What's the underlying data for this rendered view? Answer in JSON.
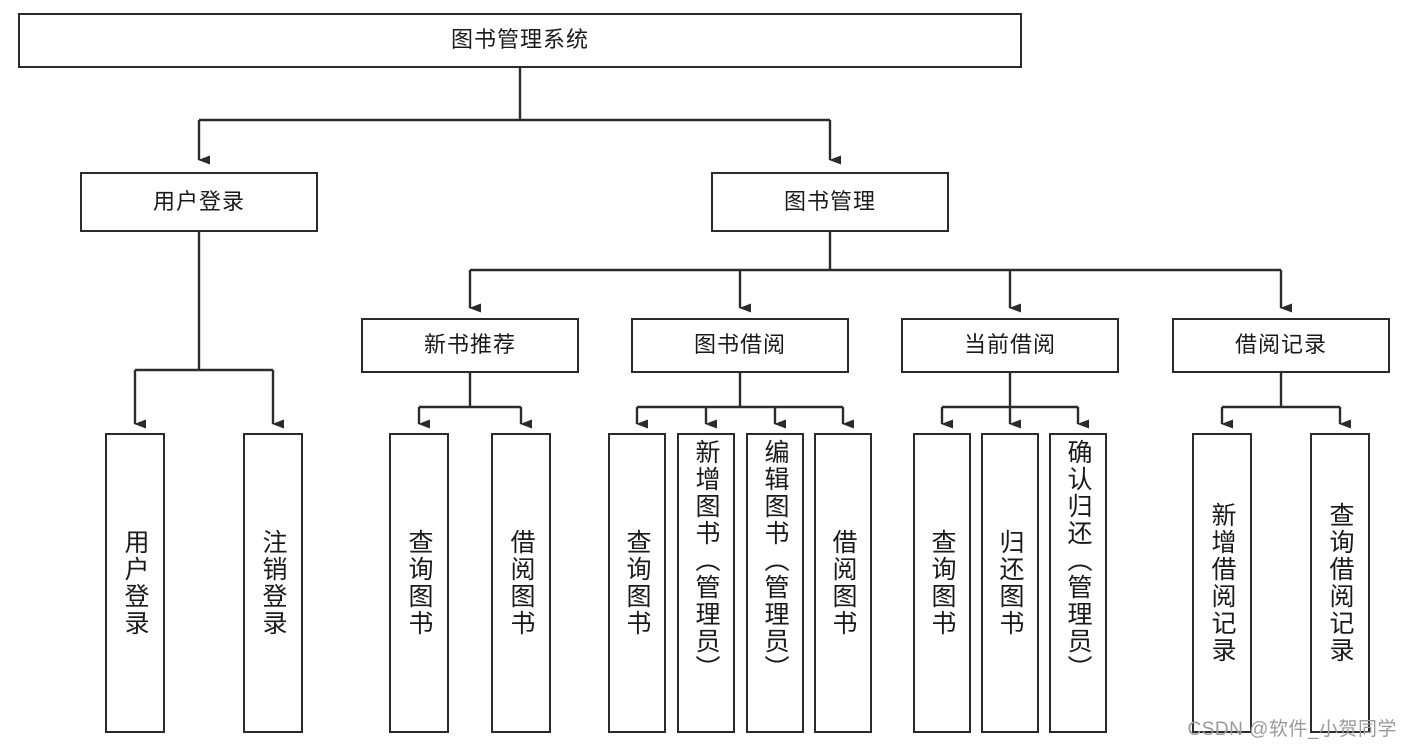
{
  "diagram": {
    "type": "tree-hierarchy",
    "title": "图书管理系统",
    "root": {
      "label": "图书管理系统"
    },
    "level2": [
      {
        "id": "user-login",
        "label": "用户登录"
      },
      {
        "id": "book-manage",
        "label": "图书管理"
      }
    ],
    "level3": [
      {
        "id": "new-book-rec",
        "label": "新书推荐",
        "parent": "book-manage"
      },
      {
        "id": "book-borrow",
        "label": "图书借阅",
        "parent": "book-manage"
      },
      {
        "id": "current-borrow",
        "label": "当前借阅",
        "parent": "book-manage"
      },
      {
        "id": "borrow-record",
        "label": "借阅记录",
        "parent": "book-manage"
      }
    ],
    "leaves": [
      {
        "id": "leaf-user-login",
        "label": "用户登录",
        "parent": "user-login"
      },
      {
        "id": "leaf-user-logout",
        "label": "注销登录",
        "parent": "user-login"
      },
      {
        "id": "leaf-query-book-1",
        "label": "查询图书",
        "parent": "new-book-rec"
      },
      {
        "id": "leaf-borrow-book-1",
        "label": "借阅图书",
        "parent": "new-book-rec"
      },
      {
        "id": "leaf-query-book-2",
        "label": "查询图书",
        "parent": "book-borrow"
      },
      {
        "id": "leaf-add-book",
        "label": "新增图书（管理员）",
        "parent": "book-borrow"
      },
      {
        "id": "leaf-edit-book",
        "label": "编辑图书（管理员）",
        "parent": "book-borrow"
      },
      {
        "id": "leaf-borrow-book-2",
        "label": "借阅图书",
        "parent": "book-borrow"
      },
      {
        "id": "leaf-query-book-3",
        "label": "查询图书",
        "parent": "current-borrow"
      },
      {
        "id": "leaf-return-book",
        "label": "归还图书",
        "parent": "current-borrow"
      },
      {
        "id": "leaf-confirm-return",
        "label": "确认归还（管理员）",
        "parent": "current-borrow"
      },
      {
        "id": "leaf-add-record",
        "label": "新增借阅记录",
        "parent": "borrow-record"
      },
      {
        "id": "leaf-query-record",
        "label": "查询借阅记录",
        "parent": "borrow-record"
      }
    ],
    "colors": {
      "stroke": "#2b2b2b",
      "fill": "#ffffff",
      "text": "#1a1a1a",
      "watermark": "#9a9a9a"
    }
  },
  "watermark": {
    "text": "CSDN @软件_小贺同学"
  }
}
